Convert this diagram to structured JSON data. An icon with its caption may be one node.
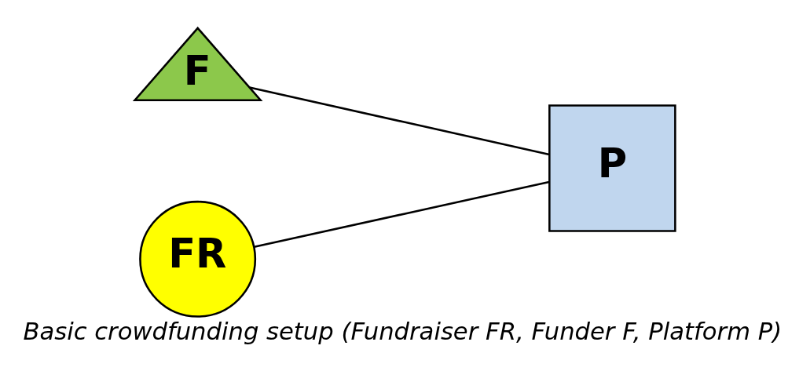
{
  "diagram": {
    "caption": "Basic crowdfunding setup (Fundraiser FR, Funder F, Platform P)",
    "nodes": [
      {
        "text": [
          "F"
        ]
      },
      {
        "text": [
          "FR"
        ]
      },
      {
        "text": [
          "P"
        ]
      }
    ],
    "edges": [
      {
        "from": 0,
        "to": 2,
        "arrow": "none"
      },
      {
        "from": 1,
        "to": 2,
        "arrow": "none"
      }
    ]
  }
}
